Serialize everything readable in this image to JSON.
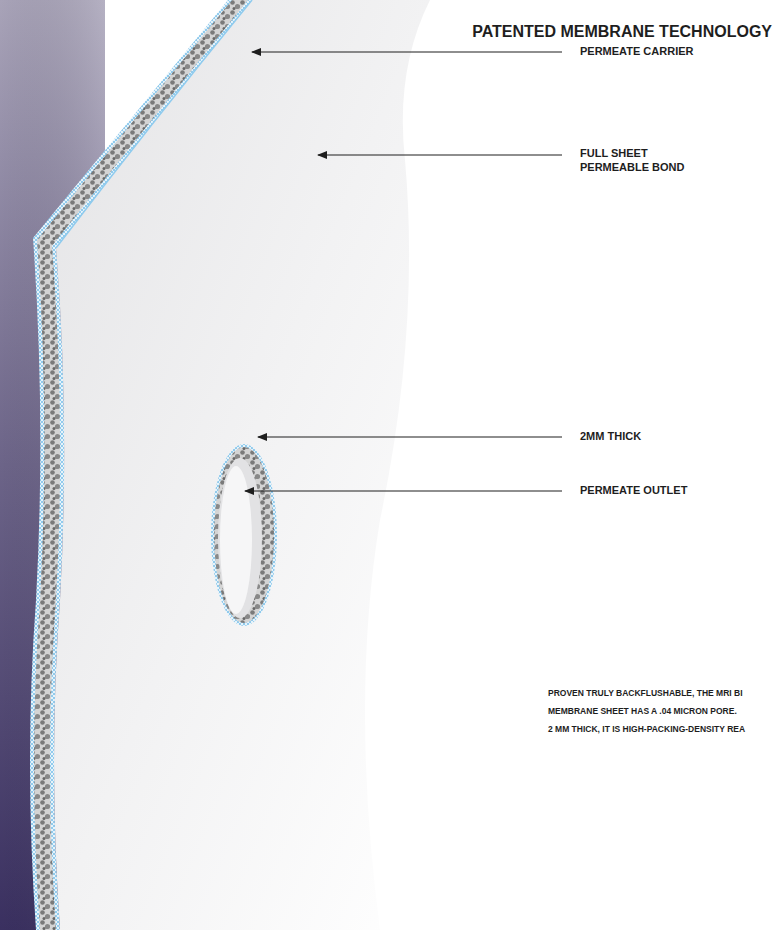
{
  "diagram": {
    "title": "PATENTED MEMBRANE TECHNOLOGY",
    "labels": [
      "PERMEATE CARRIER",
      "FULL SHEET PERMEABLE BOND",
      "2MM THICK",
      "PERMEATE OUTLET",
      "PROVEN TRULY BACKFLUSHABLE, THE MRI BI",
      "MEMBRANE SHEET HAS A .04 MICRON PORE.",
      "2 MM THICK, IT IS HIGH-PACKING-DENSITY REA"
    ]
  }
}
